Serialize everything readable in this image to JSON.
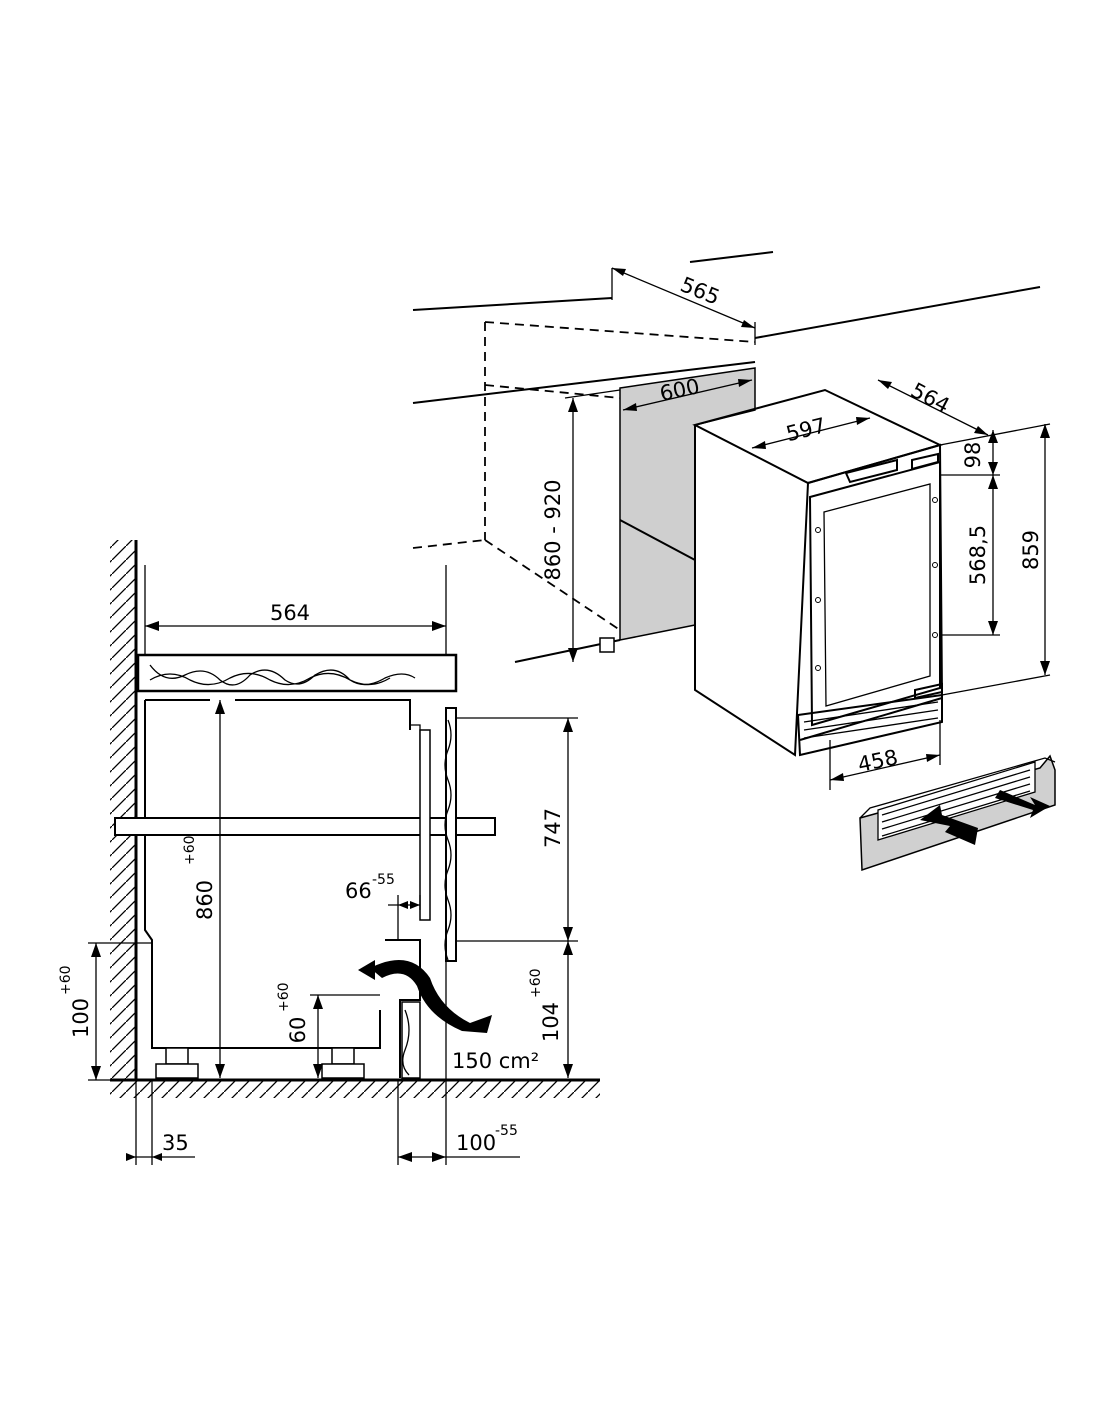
{
  "install_view": {
    "depth_total": "565",
    "niche_width": "600",
    "niche_height": "860 - 920"
  },
  "appliance_view": {
    "depth": "564",
    "width": "597",
    "top_margin": "98",
    "door_height": "568,5",
    "total_height": "859",
    "grille_width": "458"
  },
  "section_view": {
    "depth": "564",
    "height_main": "860",
    "height_main_tol": "+60",
    "panel_height": "747",
    "plinth_gap": "66",
    "plinth_gap_tol": "-55",
    "foot_height": "60",
    "foot_height_tol": "+60",
    "plinth_height": "104",
    "plinth_height_tol": "+60",
    "base_height": "100",
    "base_height_tol": "+60",
    "vent_area": "150 cm²",
    "rear_offset": "35",
    "front_offset": "100",
    "front_offset_tol": "-55"
  }
}
